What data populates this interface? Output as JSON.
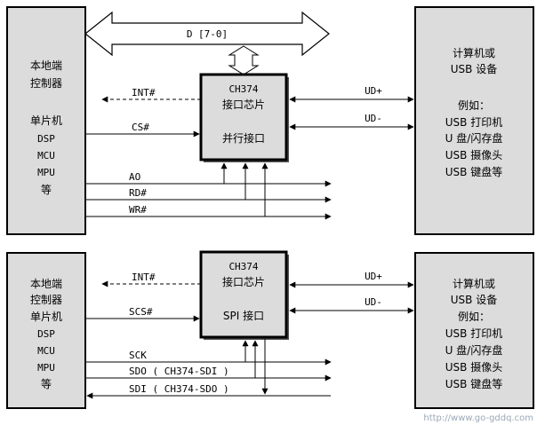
{
  "top": {
    "bus_label": "D [7-0]",
    "left_box": [
      "本地端",
      "控制器",
      "",
      "单片机",
      "DSP",
      "MCU",
      "MPU",
      "等"
    ],
    "chip": [
      "CH374",
      "接口芯片",
      "",
      "并行接口"
    ],
    "right_box": [
      "计算机或",
      "USB 设备",
      "",
      "例如：",
      "USB 打印机",
      "U 盘/闪存盘",
      "USB 摄像头",
      "USB 键盘等"
    ],
    "signals": {
      "int": "INT#",
      "cs": "CS#",
      "a0": "AO",
      "rd": "RD#",
      "wr": "WR#",
      "udp": "UD+",
      "udm": "UD-"
    }
  },
  "bottom": {
    "left_box": [
      "本地端",
      "控制器",
      "单片机",
      "DSP",
      "MCU",
      "MPU",
      "等"
    ],
    "chip": [
      "CH374",
      "接口芯片",
      "",
      "SPI 接口"
    ],
    "right_box": [
      "计算机或",
      "USB 设备",
      "例如：",
      "USB 打印机",
      "U 盘/闪存盘",
      "USB 摄像头",
      "USB 键盘等"
    ],
    "signals": {
      "int": "INT#",
      "scs": "SCS#",
      "sck": "SCK",
      "sdo": "SDO ( CH374-SDI )",
      "sdi": "SDI ( CH374-SDO )",
      "udp": "UD+",
      "udm": "UD-"
    }
  },
  "watermark": "http://www.go-gddq.com"
}
